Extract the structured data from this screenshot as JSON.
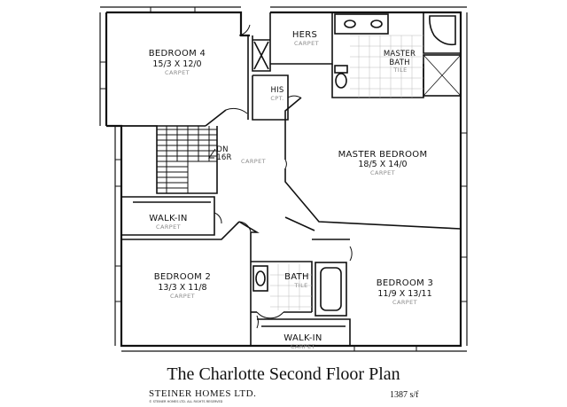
{
  "rooms": {
    "bedroom4": {
      "name": "BEDROOM 4",
      "dims": "15/3 X 12/0",
      "finish": "CARPET"
    },
    "hers": {
      "name": "HERS",
      "finish": "CARPET"
    },
    "master_bath": {
      "name_line1": "MASTER",
      "name_line2": "BATH",
      "finish": "TILE"
    },
    "his": {
      "name": "HIS",
      "finish": "CPT."
    },
    "master_bedroom": {
      "name": "MASTER BEDROOM",
      "dims": "18/5 X 14/0",
      "finish": "CARPET"
    },
    "hall": {
      "finish": "CARPET"
    },
    "stairs": {
      "label_line1": "DN",
      "label_line2": "16R"
    },
    "walkin_left": {
      "name": "WALK-IN",
      "finish": "CARPET"
    },
    "bedroom2": {
      "name": "BEDROOM 2",
      "dims": "13/3 X 11/8",
      "finish": "CARPET"
    },
    "bath": {
      "name": "BATH",
      "finish": "TILE"
    },
    "bedroom3": {
      "name": "BEDROOM 3",
      "dims": "11/9 X 13/11",
      "finish": "CARPET"
    },
    "walkin_bottom": {
      "name": "WALK-IN",
      "finish": "CARPET"
    }
  },
  "caption": {
    "title": "The Charlotte Second Floor Plan",
    "builder": "STEINER HOMES LTD.",
    "builder_sub": "© STEINER HOMES LTD. ALL RIGHTS RESERVED",
    "sqft": "1387 s/f"
  }
}
